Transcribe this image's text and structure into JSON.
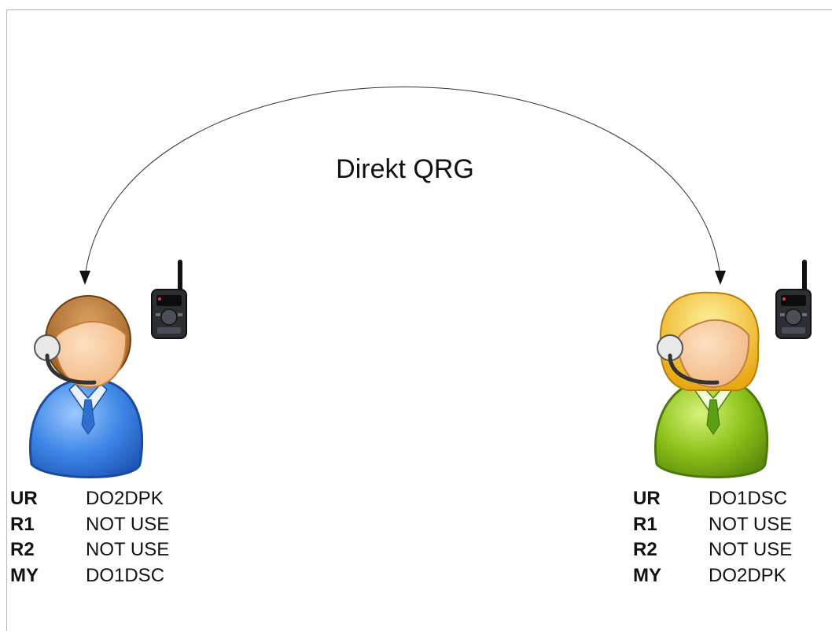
{
  "title": "Direkt QRG",
  "left_station": {
    "fields": [
      {
        "key": "UR",
        "value": "DO2DPK"
      },
      {
        "key": "R1",
        "value": "NOT USE"
      },
      {
        "key": "R2",
        "value": "NOT USE"
      },
      {
        "key": "MY",
        "value": "DO1DSC"
      }
    ]
  },
  "right_station": {
    "fields": [
      {
        "key": "UR",
        "value": "DO1DSC"
      },
      {
        "key": "R1",
        "value": "NOT USE"
      },
      {
        "key": "R2",
        "value": "NOT USE"
      },
      {
        "key": "MY",
        "value": "DO2DPK"
      }
    ]
  },
  "colors": {
    "left_body": "#3f87e6",
    "right_body": "#8cc21a",
    "left_hair": "#b0722a",
    "right_hair": "#f2c21b",
    "skin": "#f7c79a"
  },
  "icons": [
    "operator-male-icon",
    "operator-female-icon",
    "handheld-radio-icon",
    "arrow-head-icon"
  ]
}
